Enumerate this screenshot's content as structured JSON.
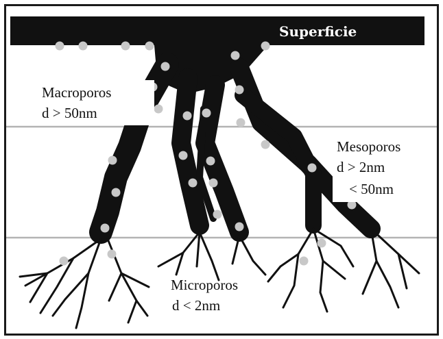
{
  "diagram": {
    "surface_label": "Superficie",
    "macro": {
      "title": "Macroporos",
      "size": "d > 50nm"
    },
    "meso": {
      "title": "Mesoporos",
      "size1": "d > 2nm",
      "size2": "< 50nm"
    },
    "micro": {
      "title": "Microporos",
      "size": "d < 2nm"
    },
    "colors": {
      "pore_network": "#111111",
      "pore_dots": "#c8c8c8",
      "zone_lines": "#b3b3b3"
    }
  }
}
